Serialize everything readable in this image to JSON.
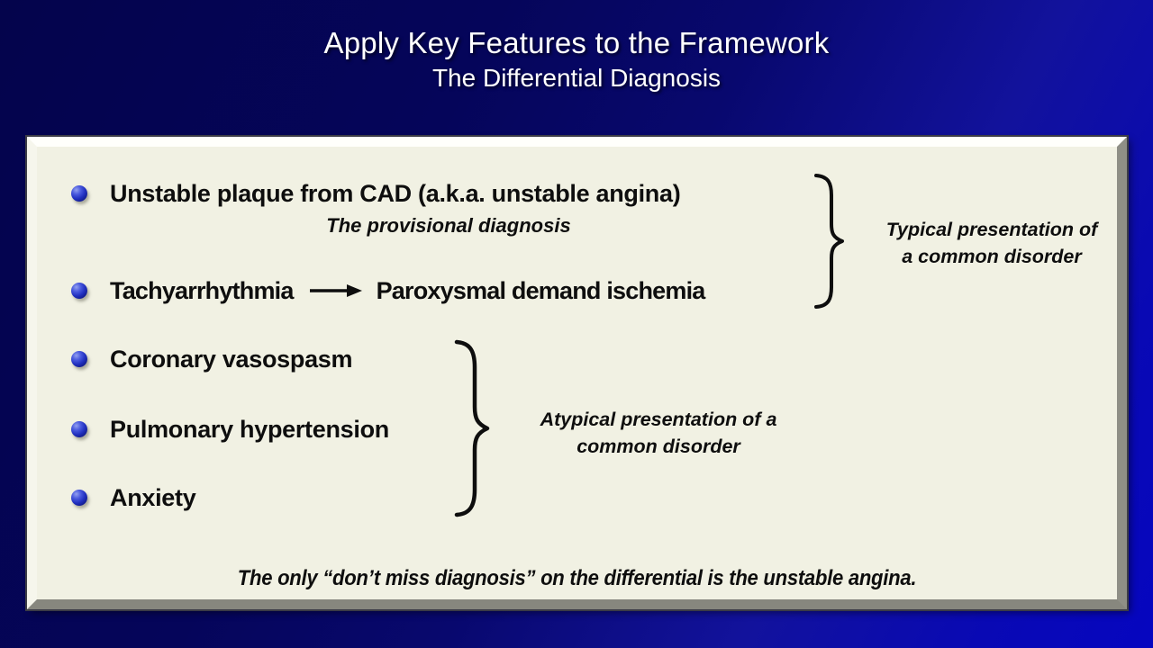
{
  "header": {
    "title": "Apply Key Features to the Framework",
    "subtitle": "The Differential Diagnosis"
  },
  "panel": {
    "items": [
      {
        "label": "Unstable plaque from CAD (a.k.a. unstable angina)",
        "caption": "The provisional diagnosis"
      },
      {
        "label": "Tachyarrhythmia",
        "arrow_target": "Paroxysmal demand ischemia"
      },
      {
        "label": "Coronary vasospasm"
      },
      {
        "label": "Pulmonary hypertension"
      },
      {
        "label": "Anxiety"
      }
    ],
    "groups": [
      {
        "line1": "Typical presentation of",
        "line2": "a common disorder"
      },
      {
        "line1": "Atypical presentation of a",
        "line2": "common disorder"
      }
    ],
    "footnote": "The only “don’t miss diagnosis” on the differential is the unstable angina."
  },
  "icons": {
    "bullet": "blue-sphere-bullet",
    "arrow": "right-arrow",
    "brace": "right-curly-brace"
  },
  "colors": {
    "background_dark": "#05055a",
    "background_bright": "#0606c0",
    "panel_background": "#f1f1e3",
    "bevel_light": "#fffffb",
    "bevel_dark": "#87877e",
    "bullet_blue": "#2130c0",
    "body_text": "#0e0e0e",
    "title_text": "#ffffff"
  }
}
